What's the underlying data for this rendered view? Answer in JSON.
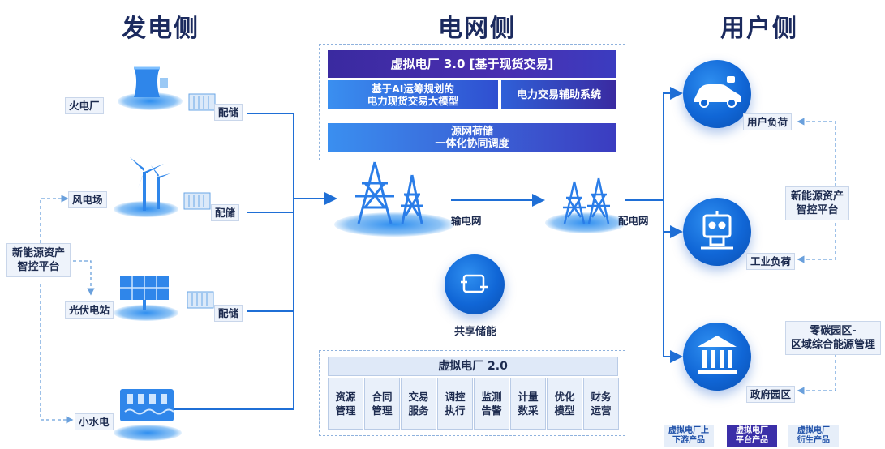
{
  "headers": {
    "generation": "发电侧",
    "grid": "电网侧",
    "user": "用户侧"
  },
  "generation": {
    "platform": "新能源资产\n智控平台",
    "plants": [
      {
        "name": "火电厂",
        "storage": "配储"
      },
      {
        "name": "风电场",
        "storage": "配储"
      },
      {
        "name": "光伏电站",
        "storage": "配储"
      },
      {
        "name": "小水电"
      }
    ]
  },
  "grid": {
    "vpp3": {
      "title": "虚拟电厂 3.0 [基于现货交易]",
      "left": "基于AI运筹规划的\n电力现货交易大模型",
      "right": "电力交易辅助系统"
    },
    "coordination": "源网荷储\n一体化协同调度",
    "transmission": "输电网",
    "distribution": "配电网",
    "shared_storage": "共享储能",
    "vpp2": {
      "title": "虚拟电厂 2.0",
      "modules": [
        "资源\n管理",
        "合同\n管理",
        "交易\n服务",
        "调控\n执行",
        "监测\n告警",
        "计量\n数采",
        "优化\n模型",
        "财务\n运营"
      ]
    }
  },
  "user": {
    "loads": [
      {
        "name": "用户负荷",
        "icon": "ev-car-icon"
      },
      {
        "name": "工业负荷",
        "icon": "robot-icon"
      },
      {
        "name": "政府园区",
        "icon": "government-building-icon"
      }
    ],
    "platform": "新能源资产\n智控平台",
    "zero_carbon": "零碳园区-\n区域综合能源管理"
  },
  "legend": [
    {
      "text": "虚拟电厂上\n下游产品",
      "color": "#e6eef9",
      "text_color": "#1d4fa8"
    },
    {
      "text": "虚拟电厂\n平台产品",
      "color": "#3b2fa8",
      "text_color": "#ffffff"
    },
    {
      "text": "虚拟电厂\n衍生产品",
      "color": "#e6eef9",
      "text_color": "#1d4fa8"
    }
  ],
  "colors": {
    "line": "#1f6fd6",
    "dashed": "#6aa0dc",
    "vpp_bar_start": "#3a2aa0",
    "vpp_bar_end": "#2a7fe0"
  }
}
